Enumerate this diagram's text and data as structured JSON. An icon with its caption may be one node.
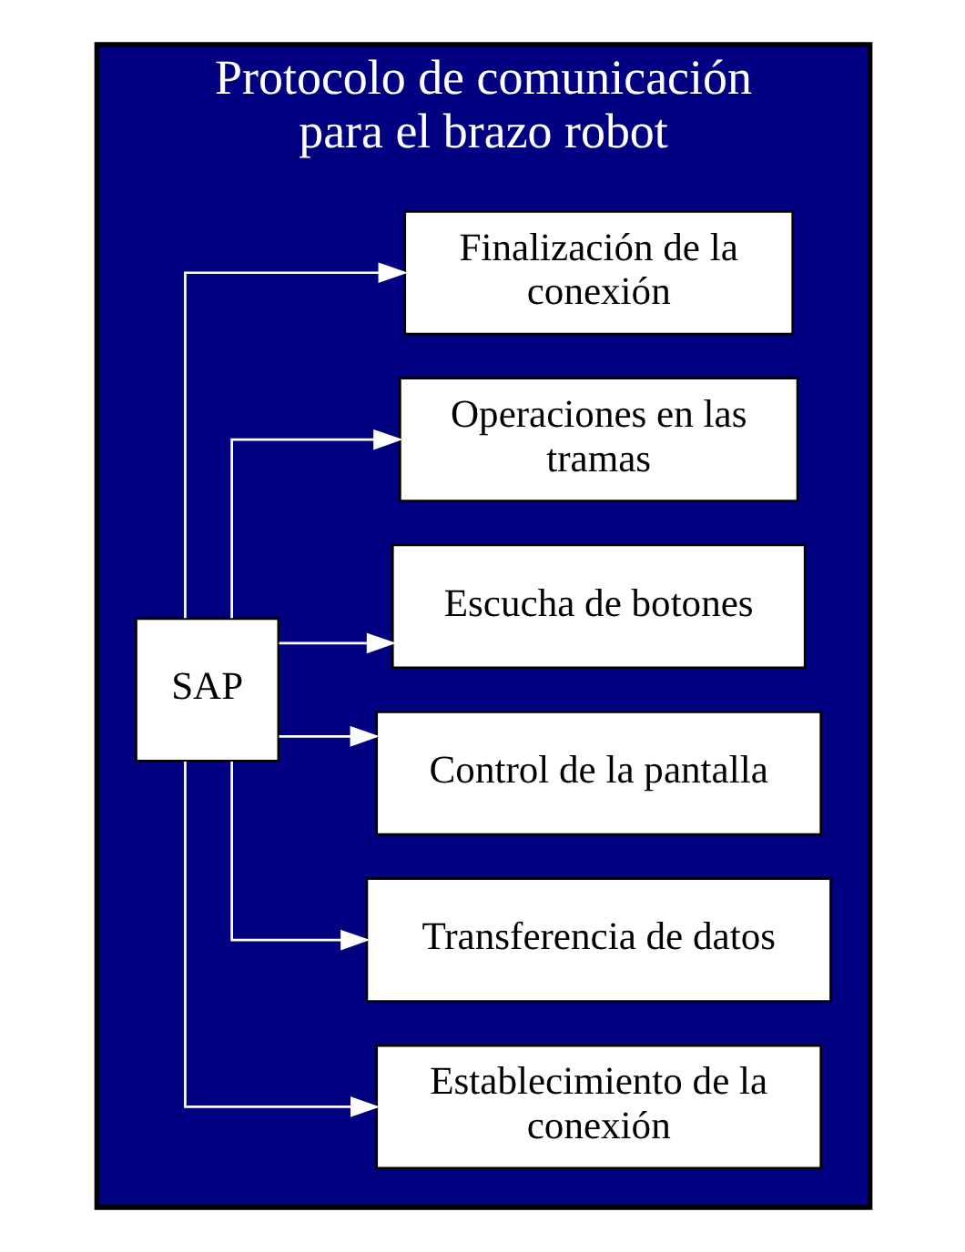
{
  "diagram": {
    "nodes": [
      {
        "text": [
          "Protocolo de comunicación para el brazo robot"
        ]
      },
      {
        "text": [
          "SAP"
        ],
        "in": 0
      },
      {
        "text": [
          "Establecimiento de la conexión"
        ],
        "in": 0
      },
      {
        "text": [
          "Transferencia de datos"
        ],
        "in": 0
      },
      {
        "text": [
          "Control de la pantalla"
        ],
        "in": 0
      },
      {
        "text": [
          "Escucha de botones"
        ],
        "in": 0
      },
      {
        "text": [
          "Operaciones en las tramas"
        ],
        "in": 0
      },
      {
        "text": [
          "Finalización de la conexión"
        ],
        "in": 0
      }
    ],
    "edges": [
      {
        "from": 1,
        "to": 2,
        "arrow": "to"
      },
      {
        "from": 1,
        "to": 3,
        "arrow": "to"
      },
      {
        "from": 1,
        "to": 4,
        "arrow": "to"
      },
      {
        "from": 1,
        "to": 5,
        "arrow": "to"
      },
      {
        "from": 1,
        "to": 6,
        "arrow": "to"
      },
      {
        "from": 1,
        "to": 7,
        "arrow": "to"
      }
    ]
  }
}
